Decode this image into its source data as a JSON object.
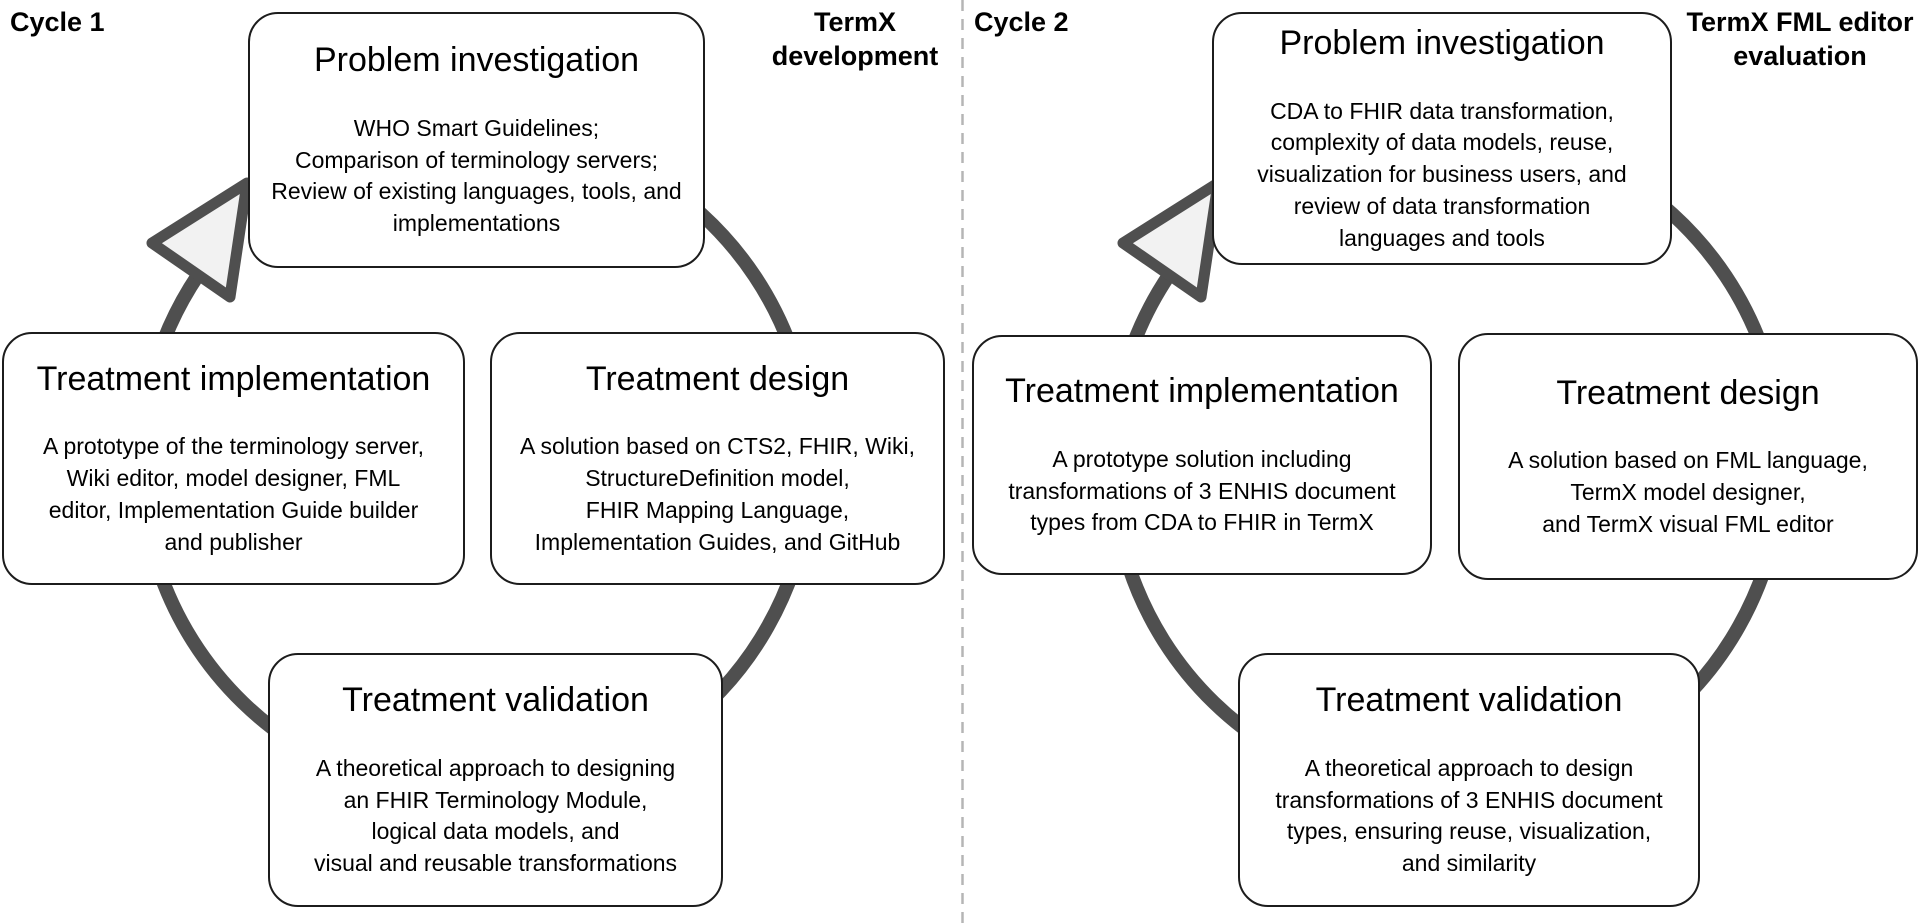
{
  "diagram": {
    "colors": {
      "ring": "#4f4f4f",
      "arrow_fill": "#f2f2f2",
      "box_border": "#1c1c1c",
      "separator": "#b5b5b5",
      "background": "#ffffff",
      "text": "#000000"
    },
    "cycles": [
      {
        "cycle_label": "Cycle 1",
        "caption": "TermX\ndevelopment",
        "boxes": {
          "problem_investigation": {
            "title": "Problem investigation",
            "body": "WHO Smart Guidelines;\nComparison of terminology servers;\nReview of existing languages, tools, and\nimplementations"
          },
          "treatment_design": {
            "title": "Treatment design",
            "body": "A solution based on CTS2, FHIR, Wiki,\nStructureDefinition model,\nFHIR Mapping Language,\nImplementation Guides, and GitHub"
          },
          "treatment_validation": {
            "title": "Treatment validation",
            "body": "A theoretical approach to designing\nan FHIR Terminology Module,\nlogical data models, and\nvisual and reusable transformations"
          },
          "treatment_implementation": {
            "title": "Treatment implementation",
            "body": "A prototype of the terminology server,\nWiki editor, model designer, FML\neditor, Implementation Guide builder\nand publisher"
          }
        }
      },
      {
        "cycle_label": "Cycle 2",
        "caption": "TermX FML editor\nevaluation",
        "boxes": {
          "problem_investigation": {
            "title": "Problem investigation",
            "body": "CDA to FHIR data transformation,\ncomplexity of data models, reuse,\nvisualization for business users, and\nreview of data transformation\nlanguages and tools"
          },
          "treatment_design": {
            "title": "Treatment design",
            "body": "A solution based on FML language,\nTermX model designer,\nand TermX visual FML editor"
          },
          "treatment_validation": {
            "title": "Treatment validation",
            "body": "A theoretical approach to design\ntransformations of 3 ENHIS document\ntypes, ensuring reuse, visualization,\nand similarity"
          },
          "treatment_implementation": {
            "title": "Treatment implementation",
            "body": "A prototype solution including\ntransformations of 3 ENHIS document\ntypes from CDA to FHIR in TermX"
          }
        }
      }
    ]
  }
}
